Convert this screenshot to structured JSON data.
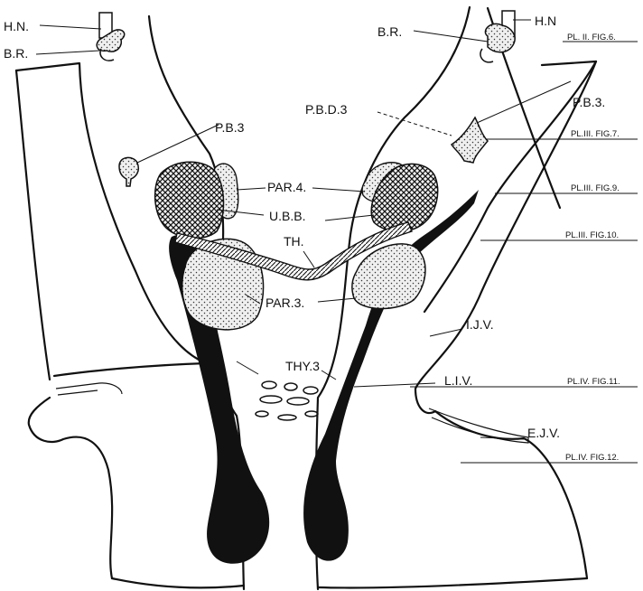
{
  "figure": {
    "labels": {
      "hn_left": "H.N.",
      "br_left": "B.R.",
      "br_right": "B.R.",
      "hn_right": "H.N",
      "pb3_left": "P.B.3",
      "pbd3": "P.B.D.3",
      "pb3_right": "P.B.3.",
      "par4": "PAR.4.",
      "ubb": "U.B.B.",
      "th": "TH.",
      "par3": "PAR.3.",
      "thy3": "THY.3",
      "liv": "L.I.V.",
      "ijv": "I.J.V.",
      "ejv": "E.J.V."
    },
    "plate_refs": [
      "PL. II. FIG.6.",
      "PL.III. FIG.7.",
      "PL.III. FIG.9.",
      "PL.III. FIG.10.",
      "PL.IV. FIG.11.",
      "PL.IV. FIG.12."
    ]
  }
}
